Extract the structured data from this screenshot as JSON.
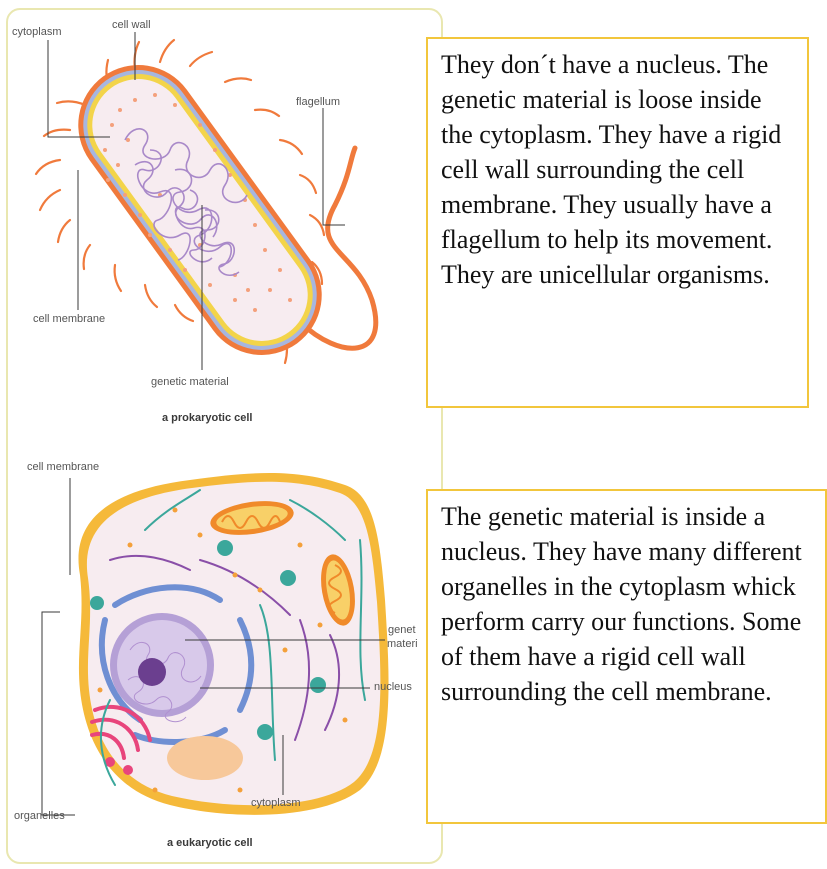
{
  "prokaryote": {
    "labels": {
      "cytoplasm": "cytoplasm",
      "cell_wall": "cell wall",
      "flagellum": "flagellum",
      "cell_membrane": "cell membrane",
      "genetic_material": "genetic material"
    },
    "caption": "a prokaryotic cell",
    "description": "They don´t have a nucleus. The genetic material is loose inside the cytoplasm. They have a rigid cell wall surrounding the cell membrane. They usually have a flagellum to help its movement. They are unicellular organisms."
  },
  "eukaryote": {
    "labels": {
      "cell_membrane": "cell membrane",
      "genetic_material_line1": "genet",
      "genetic_material_line2": "materi",
      "nucleus": "nucleus",
      "organelles": "organelles",
      "cytoplasm": "cytoplasm"
    },
    "caption": "a eukaryotic cell",
    "description": "The genetic material is inside a nucleus. They have many different organelles in the cytoplasm whick perform carry our functions. Some of them have a rigid cell wall surrounding the cell membrane."
  },
  "colors": {
    "panel_border": "#e9e7b0",
    "textbox_border": "#f2c63c",
    "bacterium_wall": "#f07a3c",
    "membrane_yellow": "#f3d44a",
    "cytoplasm_fill": "#f7ecf0",
    "dna_purple": "#a989c9",
    "euk_membrane": "#f5b93a",
    "nucleus_purple": "#8b62b0",
    "organelle_teal": "#3ba79b",
    "er_blue": "#6f8fd3"
  }
}
